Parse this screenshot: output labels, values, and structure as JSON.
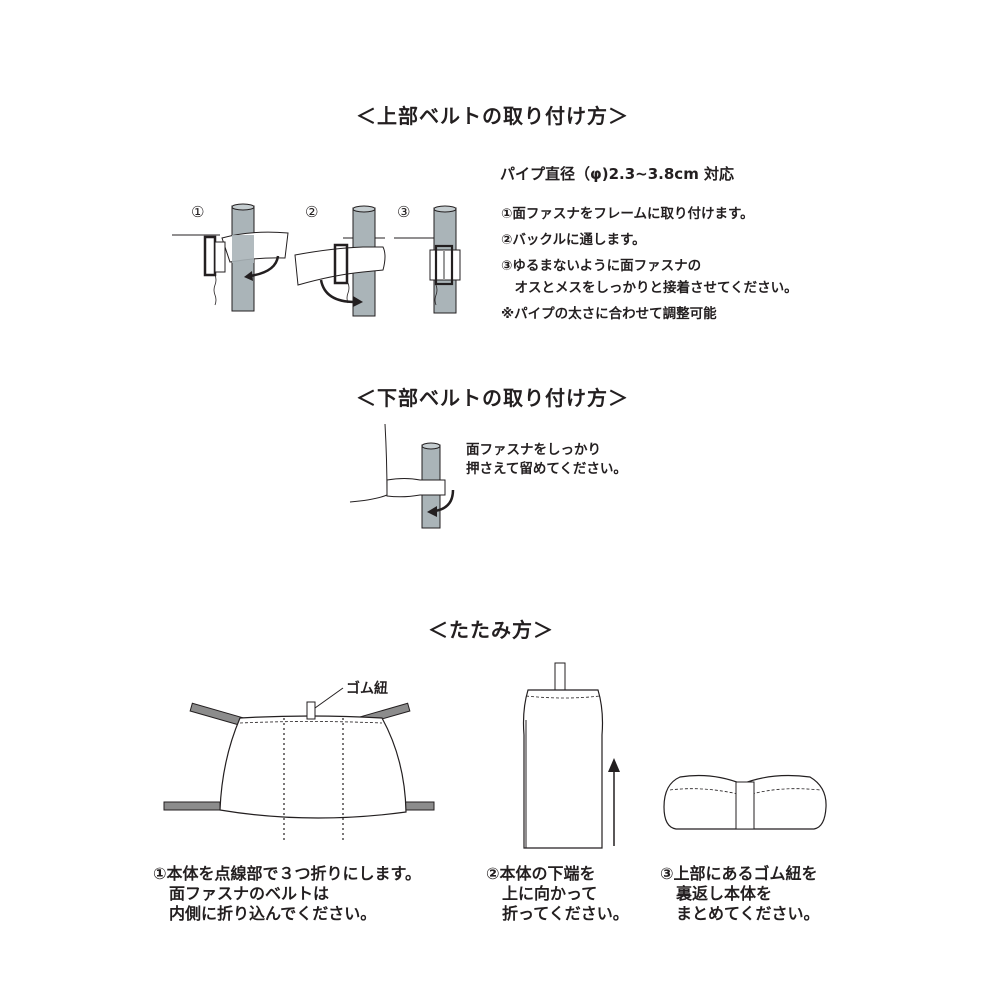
{
  "upper_section": {
    "title": "＜上部ベルトの取り付け方＞",
    "step_markers": [
      "①",
      "②",
      "③"
    ],
    "spec": "パイプ直径（φ)2.3~3.8cm 対応",
    "steps": [
      "①面ファスナをフレームに取り付けます。",
      "②バックルに通します。",
      "③ゆるまないように面ファスナの",
      "　オスとメスをしっかりと接着させてください。"
    ],
    "note": "※パイプの太さに合わせて調整可能"
  },
  "lower_section": {
    "title": "＜下部ベルトの取り付け方＞",
    "instruction": [
      "面ファスナをしっかり",
      "押さえて留めてください。"
    ]
  },
  "folding_section": {
    "title": "＜たたみ方＞",
    "label_elastic": "ゴム紐",
    "steps": [
      {
        "lines": [
          "①本体を点線部で３つ折りにします。",
          "　面ファスナのベルトは",
          "　内側に折り込んでください。"
        ]
      },
      {
        "lines": [
          "②本体の下端を",
          "　上に向かって",
          "　折ってください。"
        ]
      },
      {
        "lines": [
          "③上部にあるゴム紐を",
          "　裏返し本体を",
          "　まとめてください。"
        ]
      }
    ]
  },
  "colors": {
    "text": "#231f20",
    "pipe_fill": "#aab4b8",
    "belt_fill": "#8c8c8c",
    "line": "#231f20"
  }
}
